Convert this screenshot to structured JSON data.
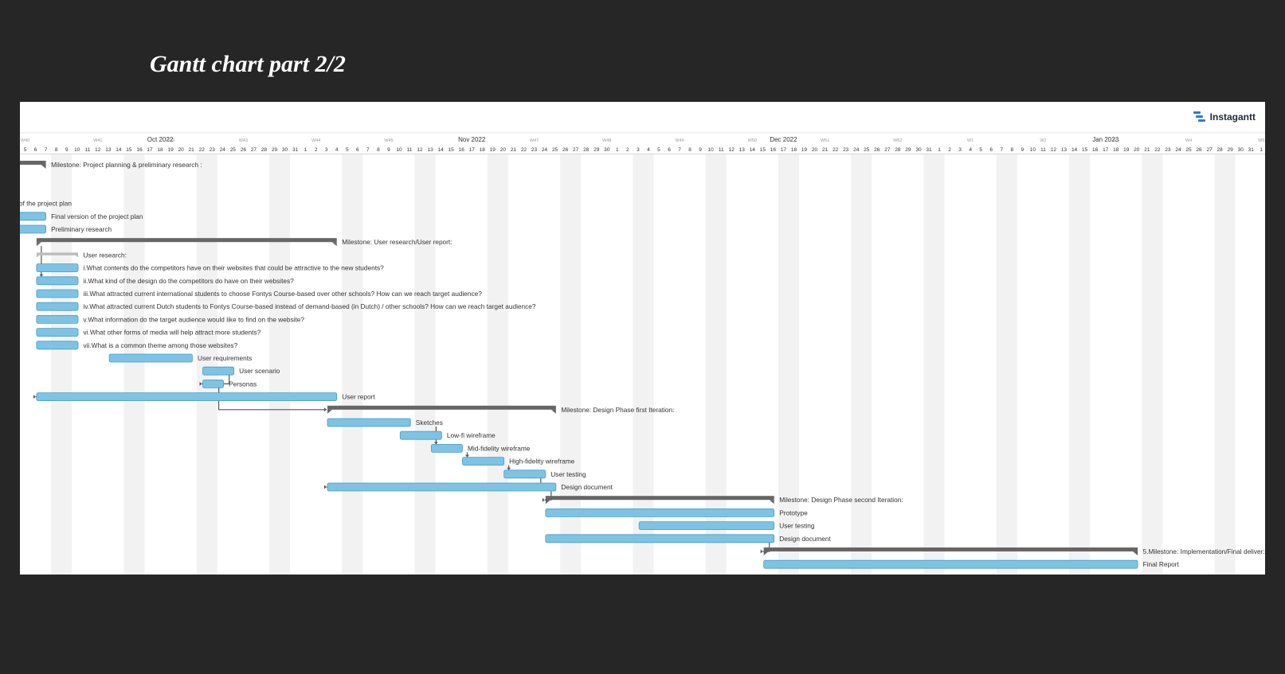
{
  "slide": {
    "title": "Gantt chart part 2/2"
  },
  "brand": {
    "name": "Instagantt"
  },
  "timeline": {
    "months": [
      {
        "label": "Oct 2022",
        "day": 13
      },
      {
        "label": "Nov 2022",
        "day": 43
      },
      {
        "label": "Dec 2022",
        "day": 73
      },
      {
        "label": "Jan 2023",
        "day": 104
      }
    ],
    "weeks": [
      {
        "label": "W40",
        "day": 0
      },
      {
        "label": "W41",
        "day": 7
      },
      {
        "label": "W42",
        "day": 14
      },
      {
        "label": "W43",
        "day": 21
      },
      {
        "label": "W44",
        "day": 28
      },
      {
        "label": "W45",
        "day": 35
      },
      {
        "label": "W47",
        "day": 49
      },
      {
        "label": "W48",
        "day": 56
      },
      {
        "label": "W49",
        "day": 63
      },
      {
        "label": "W50",
        "day": 70
      },
      {
        "label": "W51",
        "day": 77
      },
      {
        "label": "W52",
        "day": 84
      },
      {
        "label": "W1",
        "day": 91
      },
      {
        "label": "W2",
        "day": 98
      },
      {
        "label": "W3",
        "day": 105
      },
      {
        "label": "W4",
        "day": 112
      },
      {
        "label": "W5",
        "day": 119
      }
    ],
    "days": [
      5,
      6,
      7,
      8,
      9,
      10,
      11,
      12,
      13,
      14,
      15,
      16,
      17,
      18,
      19,
      20,
      21,
      22,
      23,
      24,
      25,
      26,
      27,
      28,
      29,
      30,
      31,
      1,
      2,
      3,
      4,
      5,
      6,
      7,
      8,
      9,
      10,
      11,
      12,
      13,
      14,
      15,
      16,
      17,
      18,
      19,
      20,
      21,
      22,
      23,
      24,
      25,
      26,
      27,
      28,
      29,
      30,
      1,
      2,
      3,
      4,
      5,
      6,
      7,
      8,
      9,
      10,
      11,
      12,
      13,
      14,
      15,
      16,
      17,
      18,
      19,
      20,
      21,
      22,
      23,
      24,
      25,
      26,
      27,
      28,
      29,
      30,
      31,
      1,
      2,
      3,
      4,
      5,
      6,
      7,
      8,
      9,
      10,
      11,
      12,
      13,
      14,
      15,
      16,
      17,
      18,
      19,
      20,
      21,
      22,
      23,
      24,
      25,
      26,
      27,
      28,
      29,
      30,
      31,
      1,
      2
    ]
  },
  "tasks": [
    {
      "label": "Milestone: Project planning & preliminary research :",
      "type": "milestone",
      "start": -1,
      "end": 2.5,
      "row": 0
    },
    {
      "label": "of the project plan",
      "type": "label",
      "start": 0,
      "end": 0,
      "row": 3
    },
    {
      "label": "Final version of the project plan",
      "type": "bar",
      "start": -1,
      "end": 2.5,
      "row": 4
    },
    {
      "label": "Preliminary research",
      "type": "bar",
      "start": -1,
      "end": 2.5,
      "row": 5
    },
    {
      "label": "Milestone: User research/User report:",
      "type": "milestone",
      "start": 1.6,
      "end": 30.5,
      "row": 6
    },
    {
      "label": "User research:",
      "type": "group",
      "start": 1.6,
      "end": 5.6,
      "row": 7
    },
    {
      "label": "i.What contents do the competitors have on their websites that could be attractive to the new students?",
      "type": "bar",
      "start": 1.6,
      "end": 5.6,
      "row": 8
    },
    {
      "label": "ii.What kind of the design do the competitors do have on their websites?",
      "type": "bar",
      "start": 1.6,
      "end": 5.6,
      "row": 9
    },
    {
      "label": "iii.What attracted current international students to choose Fontys Course-based over other schools? How can we reach target audience?",
      "type": "bar",
      "start": 1.6,
      "end": 5.6,
      "row": 10
    },
    {
      "label": "iv.What attracted current Dutch students to Fontys Course-based instead of demand-based (in Dutch) / other schools? How can we reach target audience?",
      "type": "bar",
      "start": 1.6,
      "end": 5.6,
      "row": 11
    },
    {
      "label": "v.What information do the target audience would like to find on the website?",
      "type": "bar",
      "start": 1.6,
      "end": 5.6,
      "row": 12
    },
    {
      "label": "vi.What other forms of media will help attract more students?",
      "type": "bar",
      "start": 1.6,
      "end": 5.6,
      "row": 13
    },
    {
      "label": "vii.What is a common theme among those websites?",
      "type": "bar",
      "start": 1.6,
      "end": 5.6,
      "row": 14
    },
    {
      "label": "User requirements",
      "type": "bar",
      "start": 8.6,
      "end": 16.6,
      "row": 15
    },
    {
      "label": "User scenario",
      "type": "bar",
      "start": 17.6,
      "end": 20.6,
      "row": 16
    },
    {
      "label": "Personas",
      "type": "bar",
      "start": 17.6,
      "end": 19.6,
      "row": 17
    },
    {
      "label": "User report",
      "type": "bar",
      "start": 1.6,
      "end": 30.5,
      "row": 18
    },
    {
      "label": "Milestone: Design Phase first Iteration:",
      "type": "milestone",
      "start": 29.6,
      "end": 51.6,
      "row": 19
    },
    {
      "label": "Sketches",
      "type": "bar",
      "start": 29.6,
      "end": 37.6,
      "row": 20
    },
    {
      "label": "Low-fi wireframe",
      "type": "bar",
      "start": 36.6,
      "end": 40.6,
      "row": 21
    },
    {
      "label": "Mid-fidelity wireframe",
      "type": "bar",
      "start": 39.6,
      "end": 42.6,
      "row": 22
    },
    {
      "label": "High-fidelity wireframe",
      "type": "bar",
      "start": 42.6,
      "end": 46.6,
      "row": 23
    },
    {
      "label": "User testing",
      "type": "bar",
      "start": 46.6,
      "end": 50.6,
      "row": 24
    },
    {
      "label": "Design document",
      "type": "bar",
      "start": 29.6,
      "end": 51.6,
      "row": 25
    },
    {
      "label": "Milestone: Design Phase second Iteration:",
      "type": "milestone",
      "start": 50.6,
      "end": 72.6,
      "row": 26
    },
    {
      "label": "Prototype",
      "type": "bar",
      "start": 50.6,
      "end": 72.6,
      "row": 27
    },
    {
      "label": "User testing",
      "type": "bar",
      "start": 59.6,
      "end": 72.6,
      "row": 28
    },
    {
      "label": "Design document",
      "type": "bar",
      "start": 50.6,
      "end": 72.6,
      "row": 29
    },
    {
      "label": "5.Milestone: Implementation/Final deliver:",
      "type": "milestone",
      "start": 71.6,
      "end": 107.6,
      "row": 30
    },
    {
      "label": "Final Report",
      "type": "bar",
      "start": 71.6,
      "end": 107.6,
      "row": 31
    }
  ],
  "links": [
    {
      "from": 4,
      "to": 7,
      "kind": "down"
    },
    {
      "from": 14,
      "to": 15,
      "kind": "elbow"
    },
    {
      "from": 15,
      "to": 16,
      "kind": "elbow"
    },
    {
      "from": 15,
      "to": 17,
      "kind": "elbow"
    },
    {
      "from": 18,
      "to": 20,
      "kind": "down"
    },
    {
      "from": 20,
      "to": 21,
      "kind": "down"
    },
    {
      "from": 21,
      "to": 22,
      "kind": "down"
    },
    {
      "from": 22,
      "to": 23,
      "kind": "elbow"
    },
    {
      "from": 23,
      "to": 24,
      "kind": "elbow"
    },
    {
      "from": 27,
      "to": 28,
      "kind": "elbow"
    }
  ],
  "colors": {
    "bar_fill": "#7ec3e3",
    "bar_stroke": "#4a9cc4",
    "milestone": "#666666",
    "group": "#bdbdbd",
    "weekend": "#f2f2f2",
    "connector": "#555555",
    "label": "#333333",
    "brand": "#2b7bd6"
  }
}
